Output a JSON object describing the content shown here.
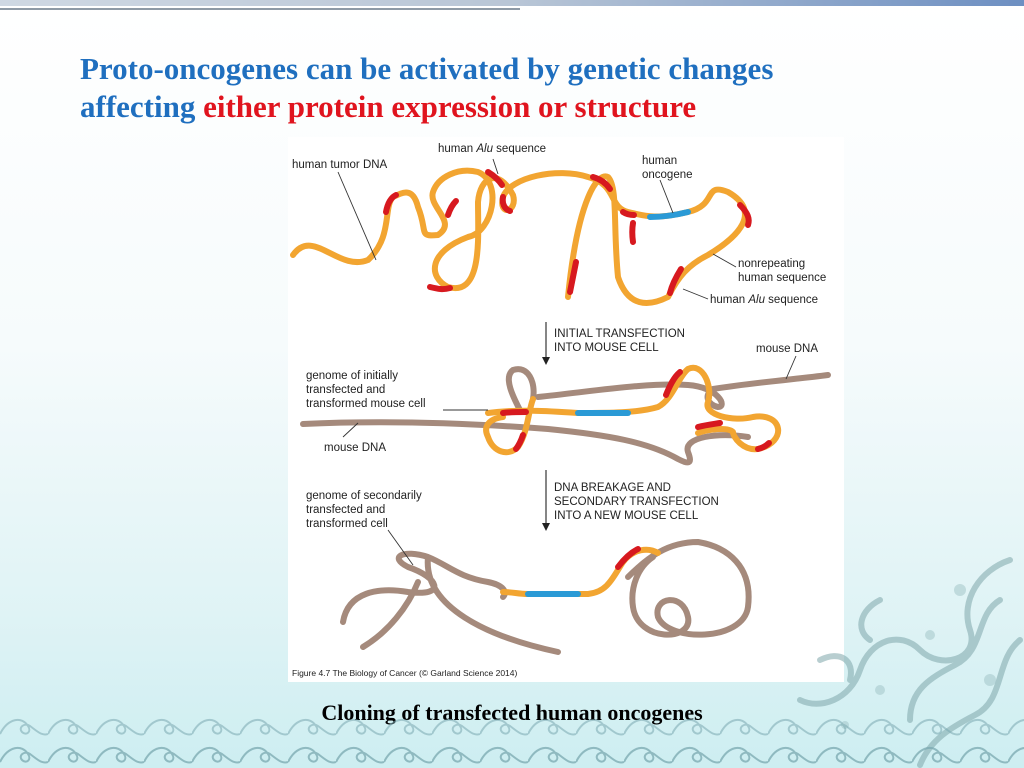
{
  "title": {
    "line1": "Proto-oncogenes can be activated by genetic changes",
    "line2_prefix": "affecting ",
    "line2_highlight": "either protein expression or structure"
  },
  "figure": {
    "labels": {
      "human_tumor_dna": "human tumor DNA",
      "human_alu_prefix": "human ",
      "alu": "Alu",
      "sequence_suffix": " sequence",
      "human_oncogene_1": "human",
      "human_oncogene_2": "oncogene",
      "nonrepeating_1": "nonrepeating",
      "nonrepeating_2": "human sequence",
      "initial_1": "INITIAL TRANSFECTION",
      "initial_2": "INTO MOUSE CELL",
      "mouse_dna_right": "mouse DNA",
      "genome_initial_1": "genome of initially",
      "genome_initial_2": "transfected and",
      "genome_initial_3": "transformed mouse cell",
      "mouse_dna_left": "mouse DNA",
      "breakage_1": "DNA BREAKAGE AND",
      "breakage_2": "SECONDARY TRANSFECTION",
      "breakage_3": "INTO A NEW MOUSE CELL",
      "genome_secondary_1": "genome of secondarily",
      "genome_secondary_2": "transfected and",
      "genome_secondary_3": "transformed cell"
    },
    "credit": "Figure 4.7  The Biology of Cancer (© Garland Science 2014)",
    "colors": {
      "human_dna": "#f2a531",
      "alu": "#d7191f",
      "oncogene": "#2a9ad6",
      "mouse_dna": "#a58a7c"
    }
  },
  "caption": "Cloning of transfected human oncogenes"
}
